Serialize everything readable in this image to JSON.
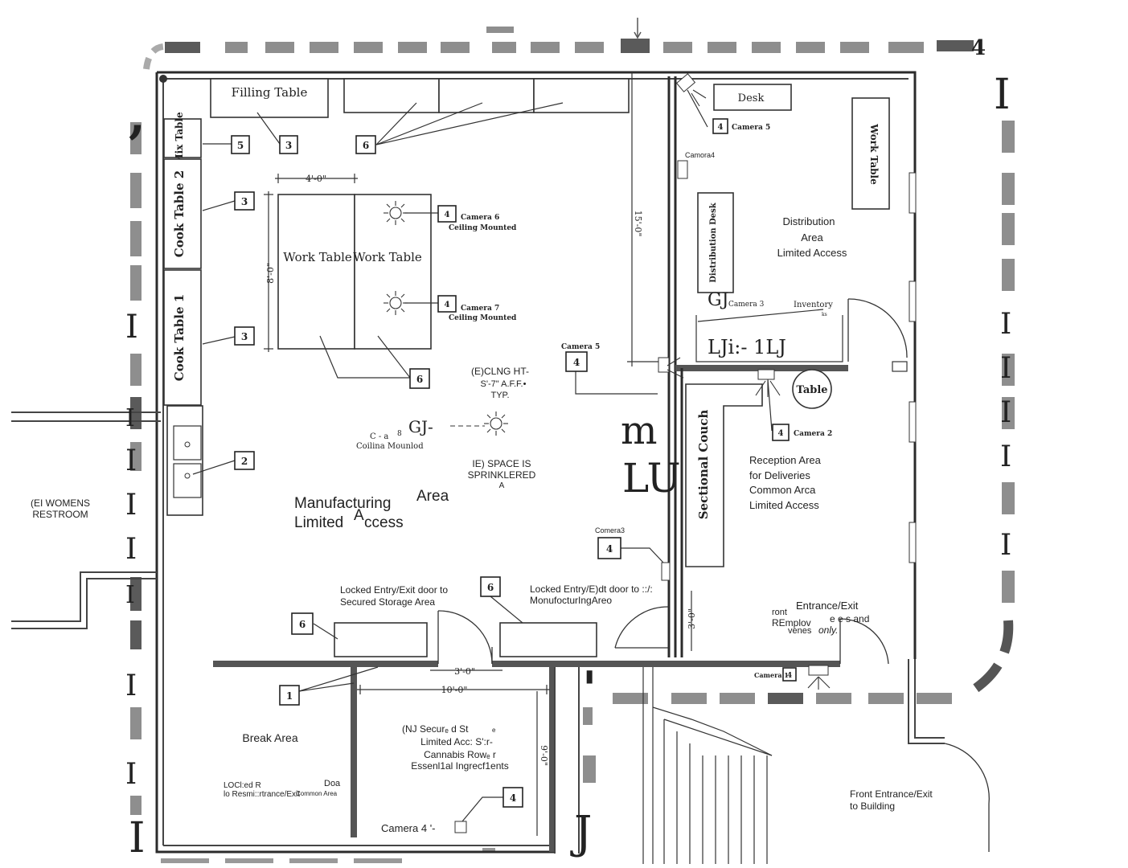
{
  "furniture": {
    "filling_table": "Filling Table",
    "mix_table": "Mix Table",
    "cook_table_2": "Cook Table 2",
    "cook_table_1": "Cook Table 1",
    "work_table_a": "Work Table",
    "work_table_b": "Work Table",
    "desk": "Desk",
    "work_table_right": "Work Table",
    "distribution_desk": "Distribution Desk",
    "sectional_couch": "Sectional Couch",
    "table": "Table",
    "inventory": "Inventory"
  },
  "dimensions": {
    "d_4_0": "4'-0\"",
    "d_8_0": "8'-0\"",
    "d_15_0": "15'-0\"",
    "d_3_0_door": "3'-0\"",
    "d_10_0": "10'-0\"",
    "d_9_0": "9'-0\"",
    "d_3_0_vert": "3'-0\""
  },
  "tags": {
    "t5": "5",
    "t3a": "3",
    "t6a": "6",
    "t3b": "3",
    "t3c": "3",
    "t2": "2",
    "t4cam6": "4",
    "t4cam7": "4",
    "t6b": "6",
    "t4cam5": "4",
    "t4cam3": "4",
    "t6c": "6",
    "t6d": "6",
    "t1": "1",
    "t4cam4": "4",
    "t4cam5b": "4",
    "t4cam2": "4",
    "t4cam1": "4"
  },
  "cameras": {
    "cam6": "Camera 6",
    "cam6_sub": "Ceiling Mounted",
    "cam7": "Camera 7",
    "cam7_sub": "Ceiling Mounted",
    "cam5_left": "Camera 5",
    "cam8_a": "C - a",
    "cam8_b": "8",
    "cam8_sub": "Coilina Mounlod",
    "cam8_gj": "GJ-",
    "cam3_left": "Comera3",
    "cam5_right": "Camera 5",
    "cam4_right": "Camora4",
    "cam3_right": "Camera 3",
    "cam3_gj": "GJ",
    "cam2": "Camera 2",
    "cam1": "Camera 1",
    "cam4_storage": "Camera 4 '-"
  },
  "notes": {
    "clng_1": "(E)CLNG HT-",
    "clng_2": "S'-7\" A.F.F.•",
    "clng_3": "TYP.",
    "space_1": "IE) SPACE IS",
    "space_2": "SPRINKLERED",
    "space_3": "A",
    "inventory_ks": "ks",
    "inventory_garble": "LJi:- 1LJ",
    "m_glyph": "m",
    "lu_glyph": "LU"
  },
  "areas": {
    "manufacturing_1": "Manufacturing",
    "manufacturing_area": "Area",
    "limited": "Limited",
    "access_a": "A",
    "access_rest": "ccess",
    "distribution_1": "Distribution",
    "distribution_2": "Area",
    "distribution_3": "Limited Access",
    "reception_1": "Reception Area",
    "reception_2": "for Deliveries",
    "reception_3": "Common Arca",
    "reception_4": "Limited Access",
    "womens_1": "(EI WOMENS",
    "womens_2": "RESTROOM",
    "break_area": "Break Area",
    "locked_rest_1": "LOCl:ed R",
    "locked_rest_1b": "Doa",
    "locked_rest_2": "lo Resmi::rtrance/Exit",
    "locked_rest_2b": "Common Area",
    "storage_1": "(NJ Securₑ d St",
    "storage_1b": "e",
    "storage_2": "Limited Acc: S':r-",
    "storage_3": "Cannabis Rowₑ r",
    "storage_4": "Essenl1al Ingrecf1ents",
    "locked_storage_1": "Locked Entry/Exit door to",
    "locked_storage_2": "Secured Storage Area",
    "locked_manu_1": "Locked Entry/E)dt door to ::/:",
    "locked_manu_2": "MonufocturIngAreo",
    "front_emp_1": "Entrance/Exit",
    "front_emp_ront": "ront",
    "front_emp_2": "REmplov",
    "front_emp_2b": "e e s and",
    "front_emp_3": "venes",
    "front_emp_3b": "only.",
    "front_building_1": "Front Entrance/Exit",
    "front_building_2": "to Building"
  },
  "stray": {
    "comma": ",",
    "four": "4",
    "i_right": "I",
    "i_left_1": "I",
    "i_left_2": "I",
    "i_left_3": "I",
    "i_left_4": "I",
    "i_left_5": "I",
    "i_left_6": "I",
    "i_left_7": "I",
    "i_left_8": "I",
    "i_left_9": "I",
    "i_right_1": "I",
    "i_right_2": "I",
    "i_right_3": "I",
    "i_right_4": "I",
    "i_right_5": "I",
    "j_bottom": "J",
    "quote": "'"
  }
}
